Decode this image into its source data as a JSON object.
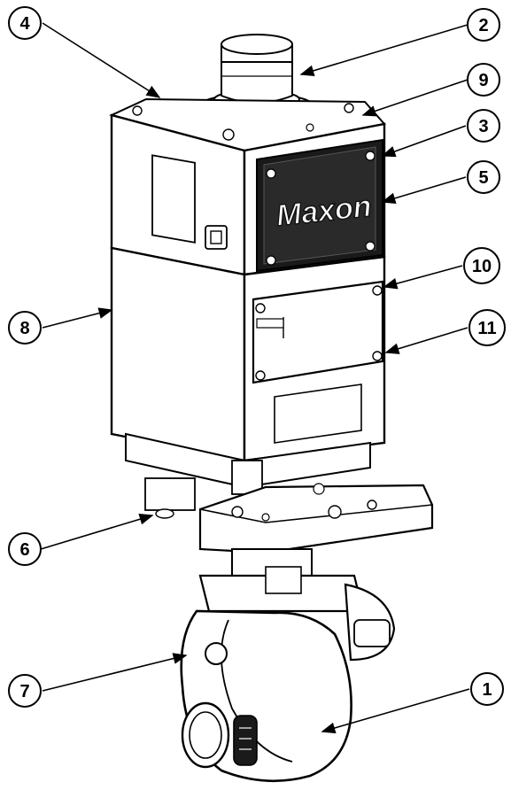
{
  "brand_label": "Maxon",
  "callouts": [
    {
      "id": "c1",
      "number": "1"
    },
    {
      "id": "c2",
      "number": "2"
    },
    {
      "id": "c3",
      "number": "3"
    },
    {
      "id": "c4",
      "number": "4"
    },
    {
      "id": "c5",
      "number": "5"
    },
    {
      "id": "c6",
      "number": "6"
    },
    {
      "id": "c7",
      "number": "7"
    },
    {
      "id": "c8",
      "number": "8"
    },
    {
      "id": "c9",
      "number": "9"
    },
    {
      "id": "c10",
      "number": "10"
    },
    {
      "id": "c11",
      "number": "11"
    }
  ],
  "colors": {
    "outline": "#000000",
    "fill": "#ffffff",
    "dark_panel": "#1a1a1a",
    "arrow_accent": "#2a7a6a"
  }
}
